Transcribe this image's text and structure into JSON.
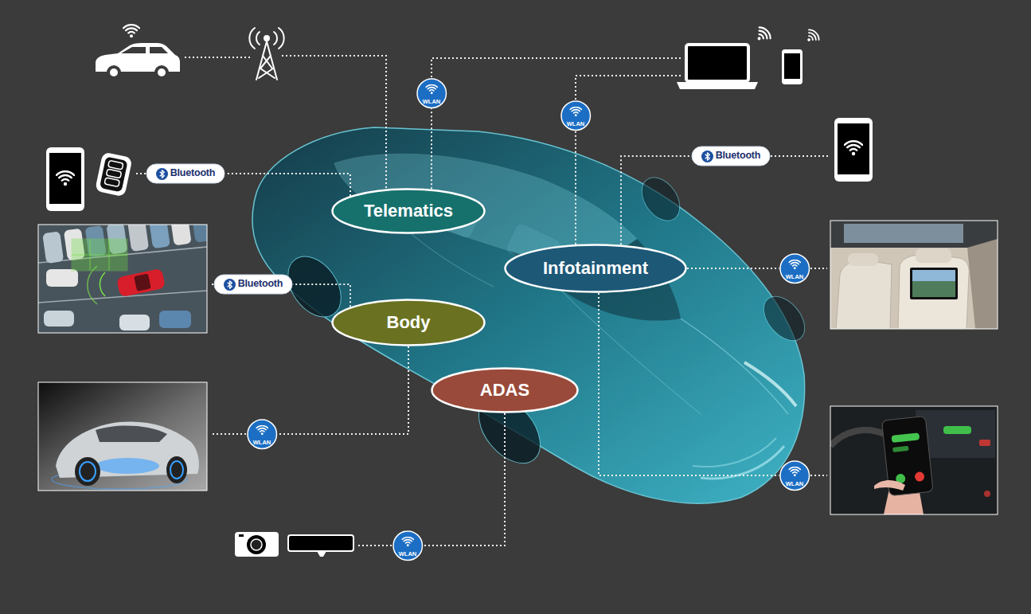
{
  "diagram": {
    "nodes": [
      {
        "text": [
          "WLAN"
        ]
      },
      {
        "text": [
          "WLAN"
        ]
      },
      {
        "text": [
          "Bluetooth"
        ]
      },
      {
        "text": [
          "Bluetooth"
        ]
      },
      {
        "text": [
          "Telematics"
        ]
      },
      {
        "text": [
          "Infotainment"
        ]
      },
      {
        "text": [
          "WLAN"
        ]
      },
      {
        "text": [
          "Bluetooth"
        ]
      },
      {
        "text": [
          "Body"
        ]
      },
      {
        "text": [
          "ADAS"
        ]
      },
      {
        "text": [
          "WLAN"
        ]
      },
      {
        "text": [
          "WLAN"
        ]
      },
      {
        "text": [
          "WLAN"
        ]
      }
    ],
    "edges": [
      {
        "from": 4,
        "to": 0,
        "arrow": "none"
      },
      {
        "from": 4,
        "to": 3,
        "arrow": "none"
      },
      {
        "from": 5,
        "to": 1,
        "arrow": "none"
      },
      {
        "from": 5,
        "to": 2,
        "arrow": "none"
      },
      {
        "from": 5,
        "to": 6,
        "arrow": "none"
      },
      {
        "from": 5,
        "to": 11,
        "arrow": "none"
      },
      {
        "from": 8,
        "to": 7,
        "arrow": "none"
      },
      {
        "from": 8,
        "to": 10,
        "arrow": "none"
      },
      {
        "from": 9,
        "to": 12,
        "arrow": "none"
      }
    ]
  }
}
